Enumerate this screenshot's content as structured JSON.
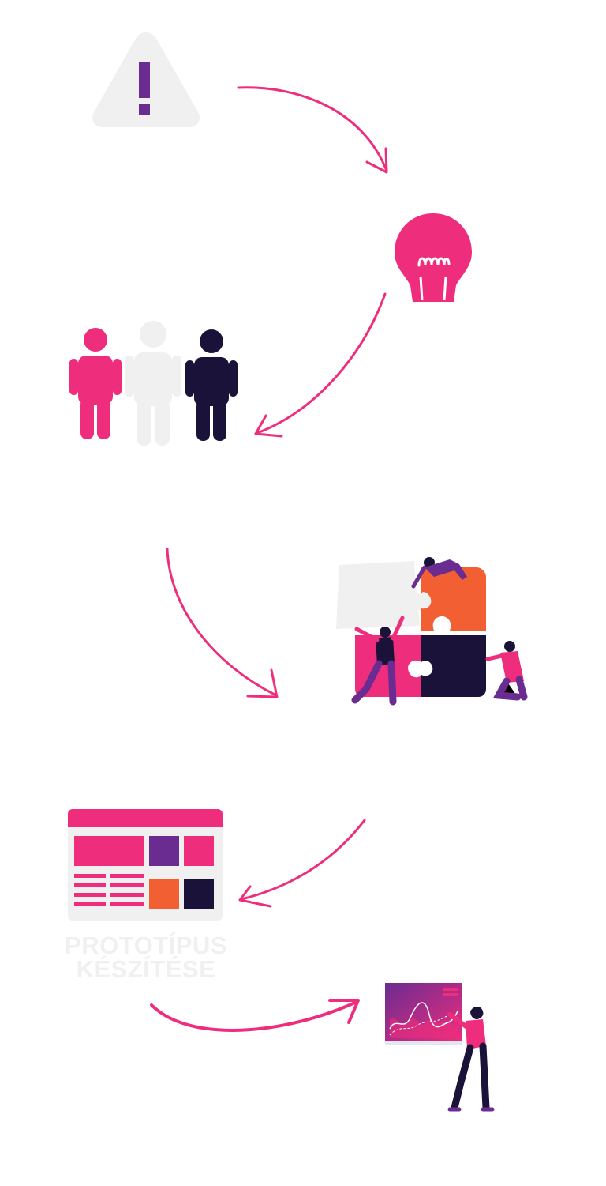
{
  "colors": {
    "pink": "#ee2d7d",
    "light_gray": "#f0f0f0",
    "navy": "#1b1239",
    "purple": "#6a2c91",
    "orange": "#f15f33",
    "caption_gray": "#f0f0f0"
  },
  "steps": [
    {
      "icon": "warning-icon"
    },
    {
      "icon": "lightbulb-icon"
    },
    {
      "icon": "team-icon"
    },
    {
      "icon": "puzzle-teamwork-icon"
    },
    {
      "icon": "prototype-layout-icon",
      "caption_line1": "PROTOTÍPUS",
      "caption_line2": "KÉSZÍTÉSE"
    },
    {
      "icon": "presentation-icon"
    }
  ],
  "connectors": [
    "arrow-1",
    "arrow-2",
    "arrow-3",
    "arrow-4",
    "arrow-5"
  ]
}
